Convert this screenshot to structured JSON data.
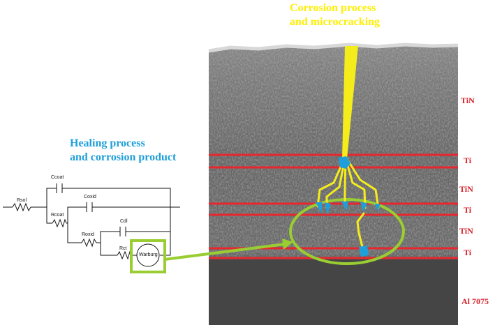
{
  "annotations": {
    "corrosion_line1": "Corrosion process",
    "corrosion_line2": "and microcracking",
    "healing_line1": "Healing process",
    "healing_line2": "and corrosion product"
  },
  "layers": [
    {
      "label": "TiN"
    },
    {
      "label": "Ti"
    },
    {
      "label": "TiN"
    },
    {
      "label": "Ti"
    },
    {
      "label": "TiN"
    },
    {
      "label": "Ti"
    },
    {
      "label": "Al 7075"
    }
  ],
  "circuit": {
    "components": [
      "Rsol",
      "Ccoat",
      "Rcoat",
      "Coxid",
      "Roxid",
      "Cdl",
      "Rct",
      "Warburg"
    ]
  },
  "colors": {
    "crack": "#f5ec1b",
    "corrosion_product": "#1e9fd9",
    "interface": "#e8262e",
    "highlight": "#9acd32",
    "layer_label": "#d8202a"
  }
}
